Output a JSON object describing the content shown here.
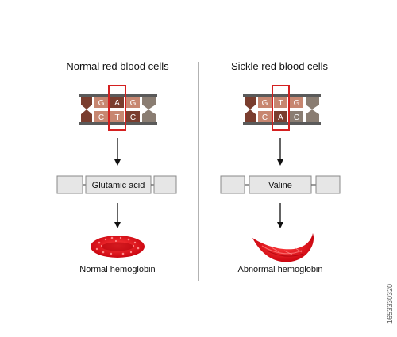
{
  "left": {
    "title": "Normal red blood cells",
    "dna_top": [
      "G",
      "A",
      "G"
    ],
    "dna_bottom": [
      "C",
      "T",
      "C"
    ],
    "amino_acid": "Glutamic acid",
    "cell_label": "Normal hemoglobin"
  },
  "right": {
    "title": "Sickle red blood cells",
    "dna_top": [
      "G",
      "T",
      "G"
    ],
    "dna_bottom": [
      "C",
      "A",
      "C"
    ],
    "amino_acid": "Valine",
    "cell_label": "Abnormal hemoglobin"
  },
  "side_id": "1653330320",
  "colors": {
    "base_dark": "#7a3d2e",
    "base_light": "#c78670",
    "base_gray": "#8a7d72",
    "highlight": "#d42020",
    "cell_red": "#e0141c",
    "backbone": "#5a5a5a"
  }
}
